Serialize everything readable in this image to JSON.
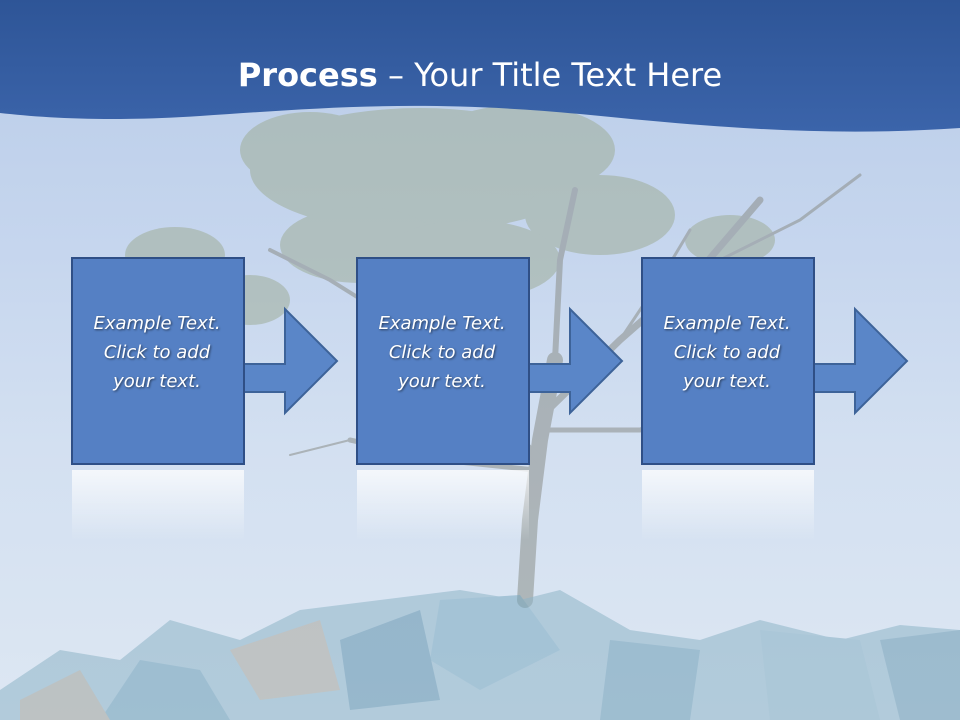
{
  "slide": {
    "title_bold": "Process",
    "title_rest": " – Your Title Text Here"
  },
  "colors": {
    "banner": "#3a62a7",
    "box_fill": "#5580c4",
    "box_stroke": "#2f4f86",
    "arrow_fill": "#5a86c8",
    "background": "#c6d6ee"
  },
  "steps": [
    {
      "lines": [
        "Example Text.",
        "Click  to add",
        "your text."
      ]
    },
    {
      "lines": [
        "Example Text.",
        "Click  to add",
        "your text."
      ]
    },
    {
      "lines": [
        "Example Text.",
        "Click  to add",
        "your text."
      ]
    }
  ]
}
